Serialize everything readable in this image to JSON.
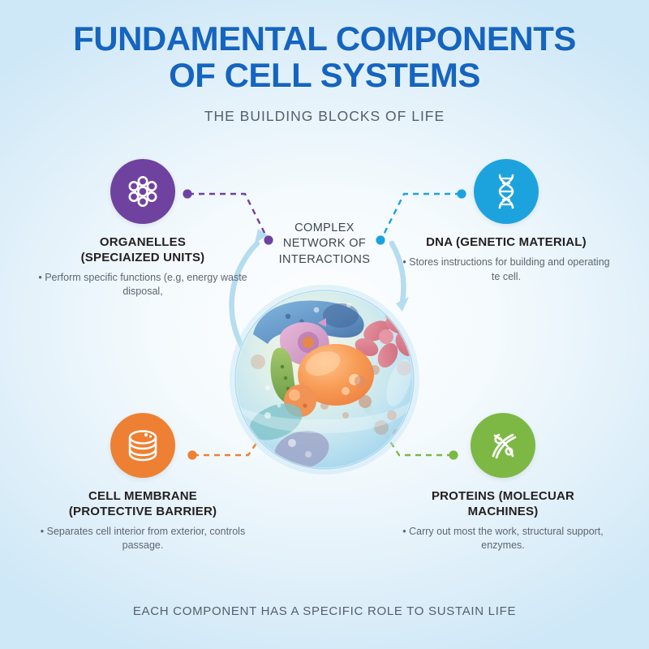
{
  "header": {
    "title_line1": "FUNDAMENTAL COMPONENTS",
    "title_line2": "OF CELL SYSTEMS",
    "subtitle": "THE BUILDING BLOCKS OF LIFE"
  },
  "center": {
    "label": "COMPLEX NETWORK OF INTERACTIONS",
    "illustration_name": "animal-cell-illustration",
    "arrow_name": "circular-interaction-arrow"
  },
  "footer": {
    "text": "EACH COMPONENT HAS A SPECIFIC ROLE TO SUSTAIN LIFE"
  },
  "nodes": [
    {
      "id": "organelles",
      "position": "top-left",
      "icon": "organelles-cluster-icon",
      "color": "#6F42A0",
      "title": "ORGANELLES\n(SPECIAIZED UNITS)",
      "title_line1": "ORGANELLES",
      "title_line2": "(SPECIAIZED UNITS)",
      "description": "• Perform specific functions (e.g, energy waste disposal,"
    },
    {
      "id": "dna",
      "position": "top-right",
      "icon": "dna-helix-icon",
      "color": "#1CA3DE",
      "title": "DNA (GENETIC MATERIAL)",
      "title_line1": "DNA (GENETIC MATERIAL)",
      "title_line2": "",
      "description": "• Stores instructions for building and operating te cell."
    },
    {
      "id": "cell-membrane",
      "position": "bottom-left",
      "icon": "membrane-layers-icon",
      "color": "#EE8033",
      "title": "CELL MEMBRANE\n(PROTECTIVE BARRIER)",
      "title_line1": "CELL MEMBRANE",
      "title_line2": "(PROTECTIVE BARRIER)",
      "description": "• Separates cell interior from exterior, controls passage."
    },
    {
      "id": "proteins",
      "position": "bottom-right",
      "icon": "protein-ribbon-icon",
      "color": "#7CB843",
      "title": "PROTEINS (MOLECUAR\nMACHINES)",
      "title_line1": "PROTEINS (MOLECUAR",
      "title_line2": "MACHINES)",
      "description": "• Carry out most the work, structural support, enzymes."
    }
  ],
  "connectors": [
    {
      "name": "connector-organelles",
      "color": "#6F42A0",
      "style": "dashed"
    },
    {
      "name": "connector-dna",
      "color": "#1CA3DE",
      "style": "dashed"
    },
    {
      "name": "connector-membrane",
      "color": "#EE8033",
      "style": "dashed"
    },
    {
      "name": "connector-proteins",
      "color": "#7CB843",
      "style": "dashed"
    }
  ],
  "theme": {
    "title_color": "#1565c0",
    "text_color": "#55606b",
    "heading_color": "#231f20",
    "background_edge": "#cfe8f7",
    "background_center": "#fdfeff"
  }
}
